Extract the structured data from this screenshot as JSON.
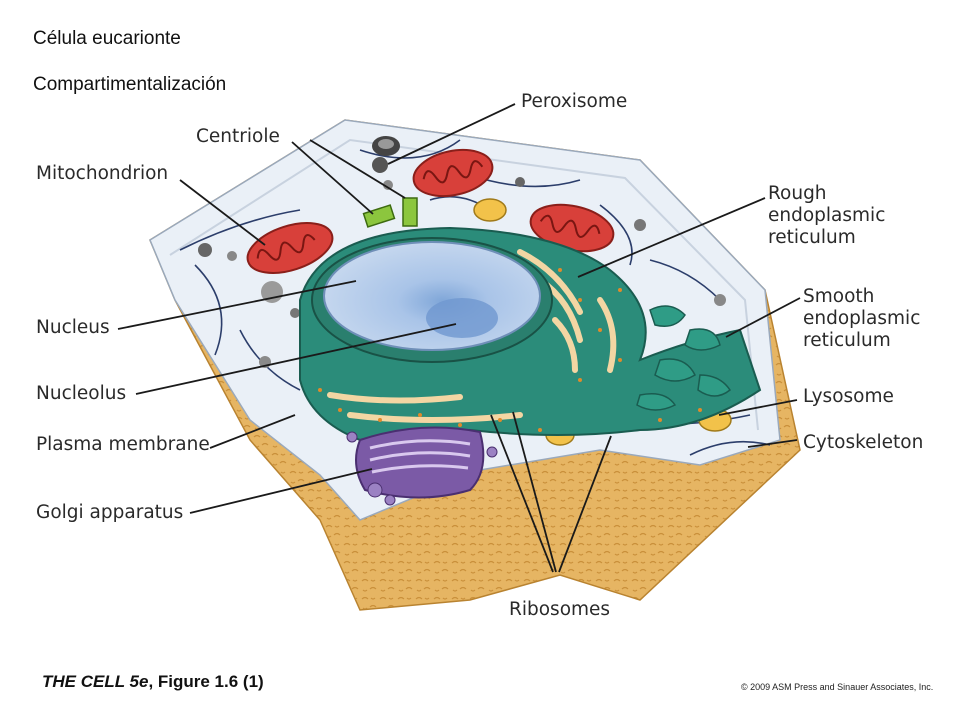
{
  "titles": {
    "line1": "Célula eucarionte",
    "line2": "Compartimentalización"
  },
  "labels": {
    "peroxisome": "Peroxisome",
    "centriole": "Centriole",
    "mitochondrion": "Mitochondrion",
    "rough_er": [
      "Rough",
      "endoplasmic",
      "reticulum"
    ],
    "smooth_er": [
      "Smooth",
      "endoplasmic",
      "reticulum"
    ],
    "nucleus": "Nucleus",
    "nucleolus": "Nucleolus",
    "lysosome": "Lysosome",
    "plasma_membrane": "Plasma membrane",
    "cytoskeleton": "Cytoskeleton",
    "golgi": "Golgi apparatus",
    "ribosomes": "Ribosomes"
  },
  "caption": {
    "book": "THE CELL 5e",
    "figure": ", Figure 1.6 (1)"
  },
  "copyright": "© 2009 ASM Press and Sinauer Associates, Inc.",
  "colors": {
    "membrane_tan": "#e4b15e",
    "cytoplasm": "#e8eef6",
    "nucleus_blue": "#a7c3e6",
    "er_teal": "#2b8c7a",
    "mitochondria_red": "#d9433a",
    "golgi_purple": "#7b5aa6"
  }
}
